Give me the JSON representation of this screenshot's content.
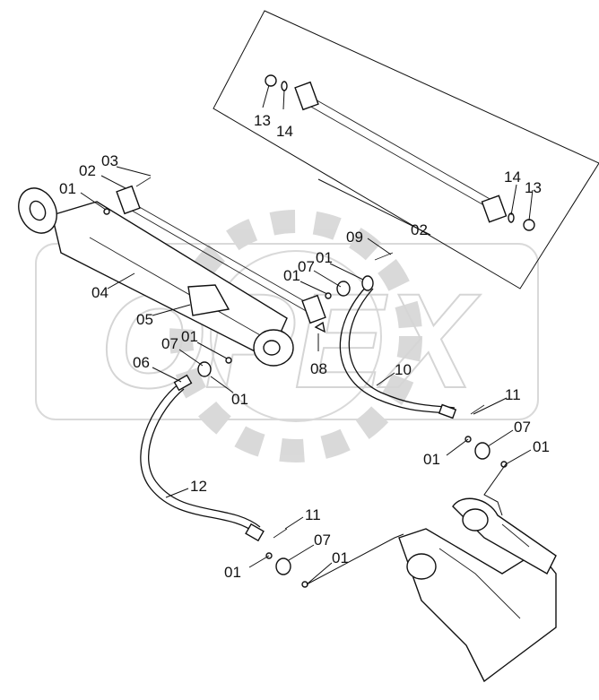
{
  "watermark": "OPEX",
  "callouts": {
    "c_13a": "13",
    "c_14a": "14",
    "c_14b": "14",
    "c_13b": "13",
    "c_02a": "02",
    "c_03": "03",
    "c_02b": "02",
    "c_01a": "01",
    "c_09": "09",
    "c_01b": "01",
    "c_07a": "07",
    "c_01c": "01",
    "c_04": "04",
    "c_05": "05",
    "c_07b": "07",
    "c_01d": "01",
    "c_06": "06",
    "c_08": "08",
    "c_01e": "01",
    "c_10": "10",
    "c_11a": "11",
    "c_07c": "07",
    "c_01f": "01",
    "c_01g": "01",
    "c_12": "12",
    "c_11b": "11",
    "c_07d": "07",
    "c_01h": "01",
    "c_01i": "01"
  }
}
